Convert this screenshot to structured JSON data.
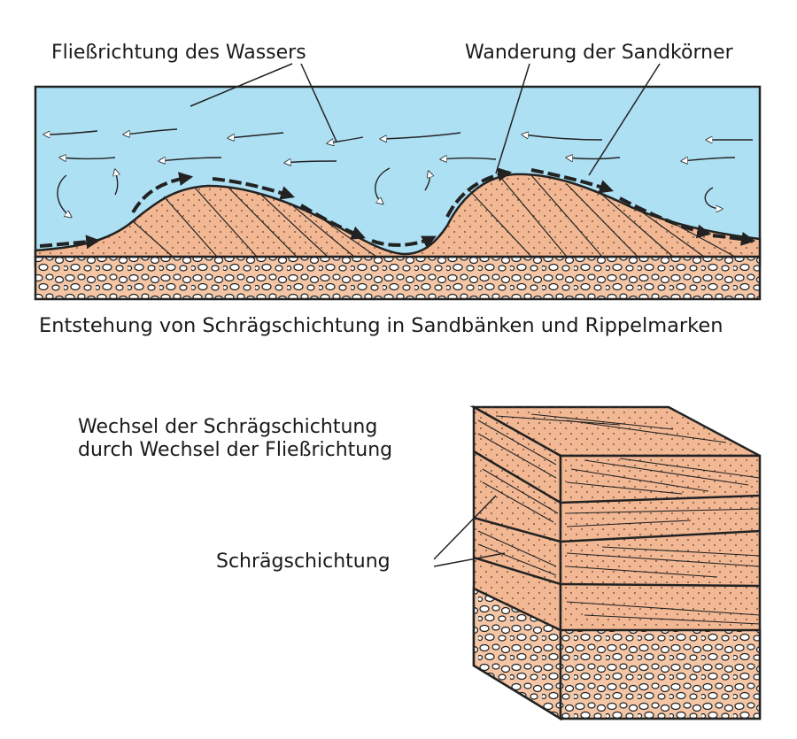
{
  "labels": {
    "flow_direction": "Fließrichtung des Wassers",
    "sand_migration": "Wanderung der Sandkörner",
    "caption": "Entstehung von Schrägschichtung in Sandbänken und Rippelmarken",
    "change_line1": "Wechsel der Schrägschichtung",
    "change_line2": "durch Wechsel der Fließrichtung",
    "cross_bedding": "Schrägschichtung"
  },
  "colors": {
    "water": "#aee0f4",
    "sand": "#f2b894",
    "sand_dark": "#e9a47f",
    "pebble_bed": "#f4c6a6",
    "outline": "#1a1a1a"
  }
}
